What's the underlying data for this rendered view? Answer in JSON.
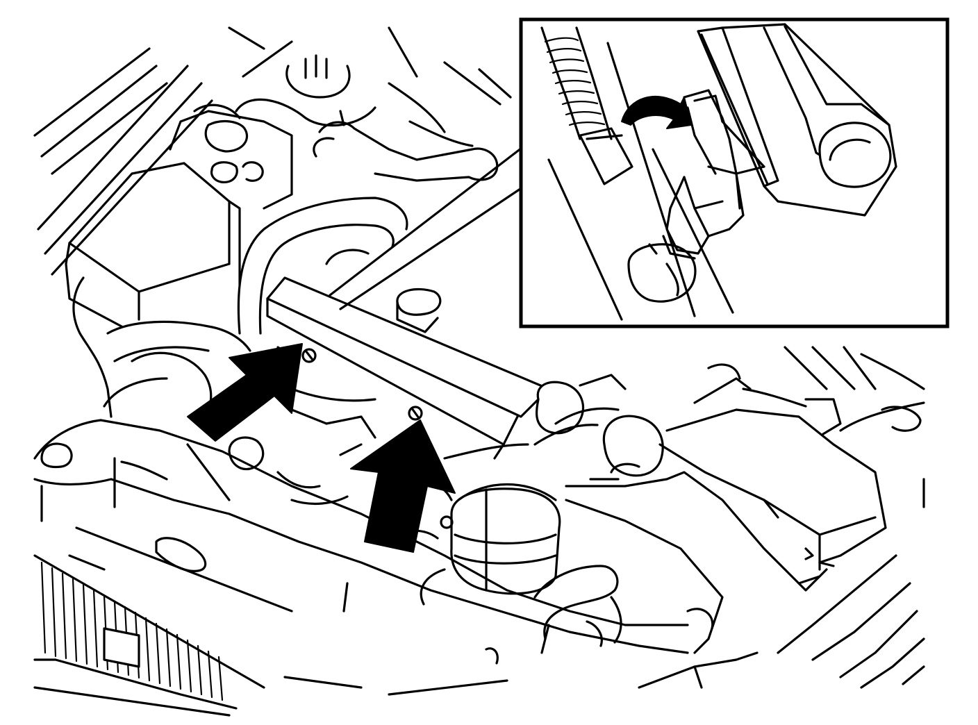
{
  "figure": {
    "background_color": "#ffffff",
    "line_color": "#000000",
    "callout_arrows": [
      {
        "id": "arrow-left",
        "icon": "thick-arrow-up-right-icon"
      },
      {
        "id": "arrow-right",
        "icon": "thick-arrow-up-icon"
      }
    ],
    "inset": {
      "icon": "curved-arrow-icon",
      "shows": "connector-detail"
    }
  }
}
